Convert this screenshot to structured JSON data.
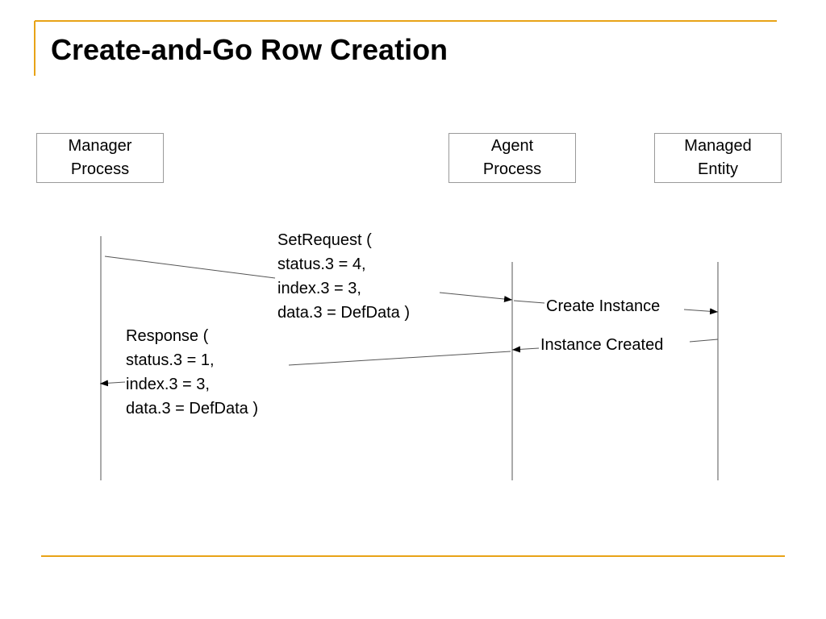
{
  "title": "Create-and-Go Row Creation",
  "colors": {
    "accent": "#E8A317",
    "line": "#000000",
    "box_border": "#9a9a9a"
  },
  "participants": [
    {
      "line1": "Manager",
      "line2": "Process"
    },
    {
      "line1": "Agent",
      "line2": "Process"
    },
    {
      "line1": "Managed",
      "line2": "Entity"
    }
  ],
  "messages": {
    "set_request": [
      "SetRequest (",
      "status.3 = 4,",
      "index.3 = 3,",
      "data.3 = DefData )"
    ],
    "create_instance": "Create Instance",
    "instance_created": "Instance Created",
    "response": [
      "Response (",
      "status.3 = 1,",
      "index.3 = 3,",
      "data.3 = DefData )"
    ]
  }
}
